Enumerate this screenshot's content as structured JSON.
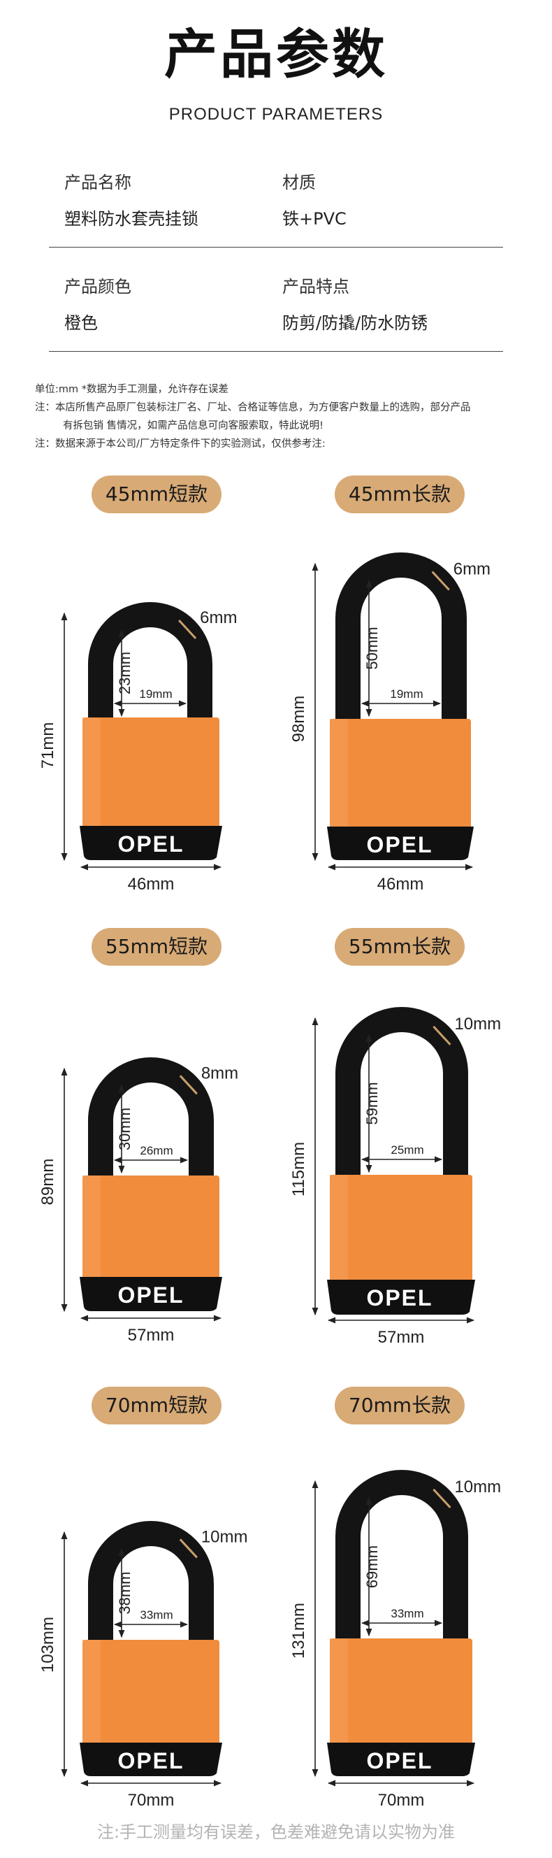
{
  "header": {
    "title": "产品参数",
    "subtitle": "PRODUCT PARAMETERS"
  },
  "params": [
    {
      "label": "产品名称",
      "value": "塑料防水套壳挂锁"
    },
    {
      "label": "材质",
      "value": "铁+PVC"
    },
    {
      "label": "产品颜色",
      "value": "橙色"
    },
    {
      "label": "产品特点",
      "value": "防剪/防撬/防水防锈"
    }
  ],
  "notes": [
    "单位:mm *数据为手工测量，允许存在误差",
    "注：本店所售产品原厂包装标注厂名、厂址、合格证等信息，为方便客户数量上的选购，部分产品",
    "有拆包销 售情况，如需产品信息可向客服索取，特此说明!",
    "注：数据来源于本公司/厂方特定条件下的实验测试，仅供参考注:"
  ],
  "colors": {
    "body": "#f08c3c",
    "shackle": "#141414",
    "base": "#101010",
    "pill": "#d8aa76"
  },
  "brand": "OPEL",
  "locks": [
    {
      "label": "45mm短款",
      "height": "71mm",
      "width": "46mm",
      "wire": "6mm",
      "shackle_height": "23mm",
      "shackle_gap": "19mm"
    },
    {
      "label": "45mm长款",
      "height": "98mm",
      "width": "46mm",
      "wire": "6mm",
      "shackle_height": "50mm",
      "shackle_gap": "19mm"
    },
    {
      "label": "55mm短款",
      "height": "89mm",
      "width": "57mm",
      "wire": "8mm",
      "shackle_height": "30mm",
      "shackle_gap": "26mm"
    },
    {
      "label": "55mm长款",
      "height": "115mm",
      "width": "57mm",
      "wire": "10mm",
      "shackle_height": "59mm",
      "shackle_gap": "25mm"
    },
    {
      "label": "70mm短款",
      "height": "103mm",
      "width": "70mm",
      "wire": "10mm",
      "shackle_height": "38mm",
      "shackle_gap": "33mm"
    },
    {
      "label": "70mm长款",
      "height": "131mm",
      "width": "70mm",
      "wire": "10mm",
      "shackle_height": "69mm",
      "shackle_gap": "33mm"
    }
  ],
  "footer": "注:手工测量均有误差，色差难避免请以实物为准"
}
